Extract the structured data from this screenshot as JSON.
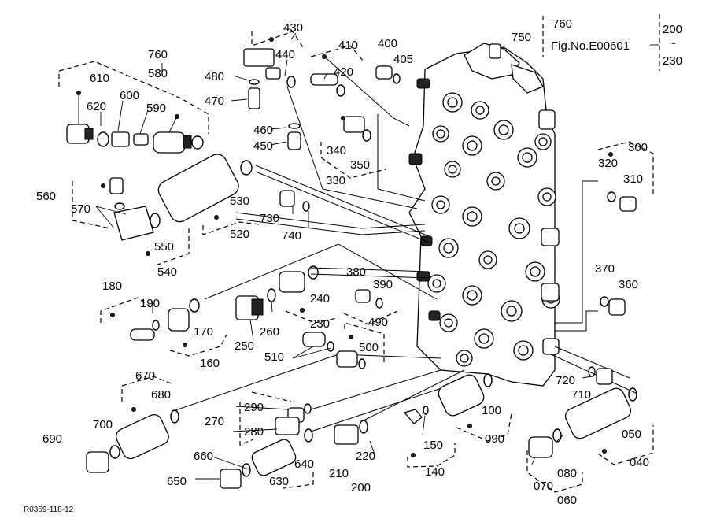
{
  "labels": {
    "p760a": "760",
    "p580": "580",
    "p610": "610",
    "p620": "620",
    "p600": "600",
    "p590": "590",
    "p430": "430",
    "p440": "440",
    "p410": "410",
    "p420": "420",
    "p400": "400",
    "p405": "405",
    "p750": "750",
    "p480": "480",
    "p470": "470",
    "p460": "460",
    "p450": "450",
    "p340": "340",
    "p350": "350",
    "p330": "330",
    "p300": "300",
    "p320": "320",
    "p310": "310",
    "p560": "560",
    "p570": "570",
    "p530": "530",
    "p520": "520",
    "p730": "730",
    "p740": "740",
    "p550": "550",
    "p540": "540",
    "p370": "370",
    "p360": "360",
    "p180": "180",
    "p190": "190",
    "p380": "380",
    "p390": "390",
    "p240": "240",
    "p230": "230",
    "p490": "490",
    "p170": "170",
    "p260": "260",
    "p250": "250",
    "p160": "160",
    "p510": "510",
    "p500": "500",
    "p670": "670",
    "p680": "680",
    "p720": "720",
    "p710": "710",
    "p290": "290",
    "p100": "100",
    "p270": "270",
    "p280": "280",
    "p700": "700",
    "p690": "690",
    "p090": "090",
    "p050": "050",
    "p150": "150",
    "p220": "220",
    "p660": "660",
    "p640": "640",
    "p650": "650",
    "p630": "630",
    "p210": "210",
    "p200": "200",
    "p140": "140",
    "p070": "070",
    "p080": "080",
    "p040": "040",
    "p060": "060"
  },
  "reference": {
    "code": "760",
    "fig": "Fig.No.E00601",
    "range_from": "200",
    "tilde": "~",
    "range_to": "230"
  },
  "drawing_code": "R0359-118-12"
}
